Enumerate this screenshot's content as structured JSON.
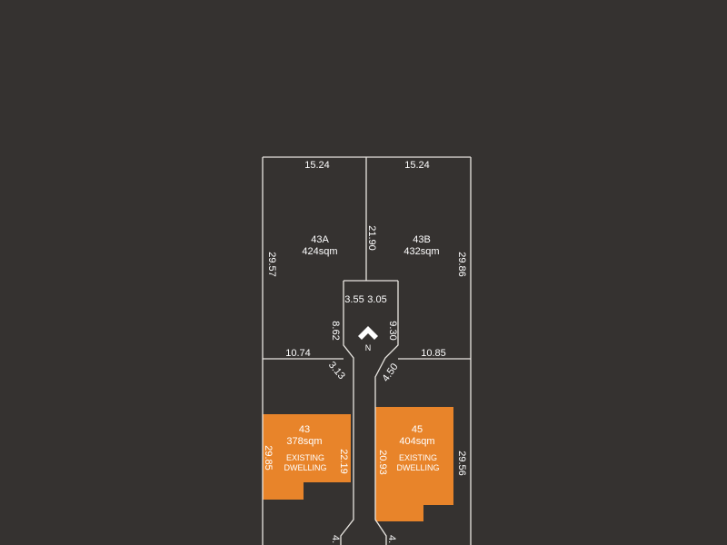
{
  "colors": {
    "background": "#353230",
    "lines": "#e9e6e1",
    "existing_dwelling": "#e8842a",
    "text": "#ffffff"
  },
  "lots": [
    {
      "id": "43A",
      "area": "424sqm"
    },
    {
      "id": "43B",
      "area": "432sqm"
    },
    {
      "id": "43",
      "area": "378sqm",
      "note_line1": "EXISTING",
      "note_line2": "DWELLING"
    },
    {
      "id": "45",
      "area": "404sqm",
      "note_line1": "EXISTING",
      "note_line2": "DWELLING"
    }
  ],
  "dimensions": {
    "top_left": "15.24",
    "top_right": "15.24",
    "left_upper": "29.57",
    "divider": "21.90",
    "right_upper": "29.86",
    "access_top_left": "3.55",
    "access_top_right": "3.05",
    "access_left": "8.62",
    "access_right": "9.30",
    "mid_left": "10.74",
    "mid_right": "10.85",
    "splay_left": "3.13",
    "splay_right": "4.50",
    "left_lower": "29.85",
    "lot43_right": "22.19",
    "lot45_left": "20.93",
    "right_lower": "29.56",
    "bottom_left_partial": "4.",
    "bottom_right_partial": "4."
  },
  "north_label": "N",
  "icons": {
    "north_arrow": "north-arrow-icon"
  }
}
